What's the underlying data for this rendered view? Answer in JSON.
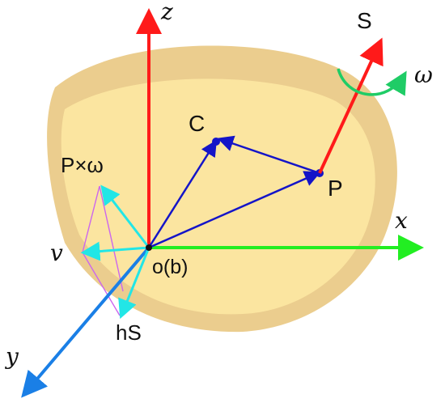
{
  "labels": {
    "z": "z",
    "x": "x",
    "y": "y",
    "S": "S",
    "omega": "ω",
    "C": "C",
    "P": "P",
    "P_cross_omega": "P×ω",
    "v": "v",
    "origin": "o(b)",
    "hS": "hS"
  },
  "colors": {
    "z_axis": "#ff1a1a",
    "x_axis": "#22ee22",
    "y_axis": "#1a7fe6",
    "spin_axis": "#ff1a1a",
    "rotation_arrow": "#1fcc66",
    "position_vectors": "#1414c8",
    "velocity_vectors": "#22e6e6",
    "construction_lines": "#cc66ee",
    "body_fill": "#f7d98b",
    "body_rim": "#e8c47a"
  }
}
